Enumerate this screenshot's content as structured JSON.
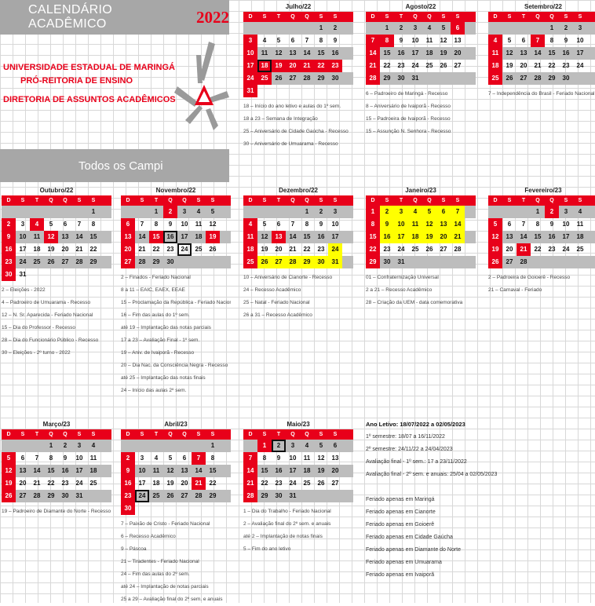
{
  "title": {
    "main": "CALENDÁRIO ACADÊMICO",
    "year": "2022"
  },
  "institution": {
    "line1": "UNIVERSIDADE ESTADUAL DE MARINGÁ",
    "line2": "PRÓ-REITORIA DE ENSINO",
    "line3": "DIRETORIA DE ASSUNTOS ACADÊMICOS"
  },
  "campi": "Todos os Campi",
  "weekdays": [
    "D",
    "S",
    "T",
    "Q",
    "Q",
    "S",
    "S"
  ],
  "months": [
    {
      "name": "Julho/22",
      "weeks": [
        [
          "",
          "",
          "",
          "",
          "",
          "1",
          "2"
        ],
        [
          "3",
          "4",
          "5",
          "6",
          "7",
          "8",
          "9"
        ],
        [
          "10",
          "11",
          "12",
          "13",
          "14",
          "15",
          "16"
        ],
        [
          "17",
          "18",
          "19",
          "20",
          "21",
          "22",
          "23"
        ],
        [
          "24",
          "25",
          "26",
          "27",
          "28",
          "29",
          "30"
        ],
        [
          "31",
          "",
          "",
          "",
          "",
          "",
          ""
        ]
      ],
      "red": [
        "3",
        "10",
        "17",
        "24",
        "31",
        "18",
        "19",
        "20",
        "21",
        "22",
        "23",
        "25"
      ],
      "yellow": [],
      "boxed": [
        "18"
      ],
      "notes": [
        "18 – Início do ano letivo e aulas do 1º sem.",
        "18 a 23 – Semana de Integração",
        "25 – Aniversário de Cidade Gaúcha - Recesso",
        "30 – Aniversário de Umuarama - Recesso"
      ]
    },
    {
      "name": "Agosto/22",
      "weeks": [
        [
          "",
          "1",
          "2",
          "3",
          "4",
          "5",
          "6"
        ],
        [
          "7",
          "8",
          "9",
          "10",
          "11",
          "12",
          "13"
        ],
        [
          "14",
          "15",
          "16",
          "17",
          "18",
          "19",
          "20"
        ],
        [
          "21",
          "22",
          "23",
          "24",
          "25",
          "26",
          "27"
        ],
        [
          "28",
          "29",
          "30",
          "31",
          "",
          "",
          ""
        ]
      ],
      "red": [
        "7",
        "14",
        "21",
        "28",
        "6",
        "8"
      ],
      "yellow": [],
      "boxed": [],
      "notes": [
        "6 – Padroeiro de Maringá - Recesso",
        "8 – Aniversário de Ivaiporã - Recesso",
        "15 – Padroeira de Ivaiporã - Recesso",
        "15 – Assunção N. Senhora - Recesso"
      ]
    },
    {
      "name": "Setembro/22",
      "weeks": [
        [
          "",
          "",
          "",
          "",
          "1",
          "2",
          "3"
        ],
        [
          "4",
          "5",
          "6",
          "7",
          "8",
          "9",
          "10"
        ],
        [
          "11",
          "12",
          "13",
          "14",
          "15",
          "16",
          "17"
        ],
        [
          "18",
          "19",
          "20",
          "21",
          "22",
          "23",
          "24"
        ],
        [
          "25",
          "26",
          "27",
          "28",
          "29",
          "30",
          ""
        ]
      ],
      "red": [
        "4",
        "11",
        "18",
        "25",
        "7"
      ],
      "yellow": [],
      "boxed": [],
      "notes": [
        "7 – Independência do Brasil - Feriado Nacional"
      ]
    },
    {
      "name": "Outubro/22",
      "weeks": [
        [
          "",
          "",
          "",
          "",
          "",
          "",
          "1"
        ],
        [
          "2",
          "3",
          "4",
          "5",
          "6",
          "7",
          "8"
        ],
        [
          "9",
          "10",
          "11",
          "12",
          "13",
          "14",
          "15"
        ],
        [
          "16",
          "17",
          "18",
          "19",
          "20",
          "21",
          "22"
        ],
        [
          "23",
          "24",
          "25",
          "26",
          "27",
          "28",
          "29"
        ],
        [
          "30",
          "31",
          "",
          "",
          "",
          "",
          ""
        ]
      ],
      "red": [
        "2",
        "9",
        "16",
        "23",
        "30",
        "4",
        "12"
      ],
      "yellow": [],
      "boxed": [],
      "notes": [
        "2 – Eleições - 2022",
        "4 – Padroeiro de Umuarama - Recesso",
        "12 – N. Sr. Aparecida - Feriado Nacional",
        "15 – Dia do Professor - Recesso",
        "28 – Dia do Funcionário Público - Recesso",
        "30 – Eleições - 2º turno - 2022"
      ]
    },
    {
      "name": "Novembro/22",
      "weeks": [
        [
          "",
          "",
          "1",
          "2",
          "3",
          "4",
          "5"
        ],
        [
          "6",
          "7",
          "8",
          "9",
          "10",
          "11",
          "12"
        ],
        [
          "13",
          "14",
          "15",
          "16",
          "17",
          "18",
          "19"
        ],
        [
          "20",
          "21",
          "22",
          "23",
          "24",
          "25",
          "26"
        ],
        [
          "27",
          "28",
          "29",
          "30",
          "",
          "",
          ""
        ]
      ],
      "red": [
        "6",
        "13",
        "20",
        "27",
        "2",
        "15",
        "19"
      ],
      "yellow": [],
      "boxed": [
        "16",
        "24"
      ],
      "notes": [
        "2 – Finados - Feriado Nacional",
        "8 a 11 – EAIC, EAEX, EEAE",
        "15 – Proclamação da República - Feriado Nacional",
        "16 – Fim das aulas do 1º sem.",
        "até 19 – Implantação das notas parciais",
        "17 a 23 – Avaliação Final - 1º sem.",
        "19 – Aniv. de Ivaiporã - Recesso",
        "20 – Dia Nac. da Consciência Negra - Recesso",
        "até 25 – Implantação das notas finais",
        "24 – Início das aulas 2º sem."
      ]
    },
    {
      "name": "Dezembro/22",
      "weeks": [
        [
          "",
          "",
          "",
          "",
          "1",
          "2",
          "3"
        ],
        [
          "4",
          "5",
          "6",
          "7",
          "8",
          "9",
          "10"
        ],
        [
          "11",
          "12",
          "13",
          "14",
          "15",
          "16",
          "17"
        ],
        [
          "18",
          "19",
          "20",
          "21",
          "22",
          "23",
          "24"
        ],
        [
          "25",
          "26",
          "27",
          "28",
          "29",
          "30",
          "31"
        ]
      ],
      "red": [
        "4",
        "11",
        "18",
        "25",
        "13",
        "24"
      ],
      "yellow": [
        "24",
        "26",
        "27",
        "28",
        "29",
        "30",
        "31"
      ],
      "boxed": [],
      "notes": [
        "10 – Aniversário de Cianorte - Recesso",
        "24 – Recesso Acadêmico",
        "25 – Natal - Feriado Nacional",
        "26 a 31 – Recesso Acadêmico"
      ]
    },
    {
      "name": "Janeiro/23",
      "weeks": [
        [
          "1",
          "2",
          "3",
          "4",
          "5",
          "6",
          "7"
        ],
        [
          "8",
          "9",
          "10",
          "11",
          "12",
          "13",
          "14"
        ],
        [
          "15",
          "16",
          "17",
          "18",
          "19",
          "20",
          "21"
        ],
        [
          "22",
          "23",
          "24",
          "25",
          "26",
          "27",
          "28"
        ],
        [
          "29",
          "30",
          "31",
          "",
          "",
          "",
          ""
        ]
      ],
      "red": [
        "1",
        "8",
        "15",
        "22",
        "29"
      ],
      "yellow": [
        "2",
        "3",
        "4",
        "5",
        "6",
        "7",
        "9",
        "10",
        "11",
        "12",
        "13",
        "14",
        "16",
        "17",
        "18",
        "19",
        "20",
        "21"
      ],
      "boxed": [],
      "notes": [
        "01 – Confraternização Universal",
        "2 a 21 – Recesso Acadêmico",
        "28 – Criação da UEM - data comemorativa"
      ]
    },
    {
      "name": "Fevereiro/23",
      "weeks": [
        [
          "",
          "",
          "",
          "1",
          "2",
          "3",
          "4"
        ],
        [
          "5",
          "6",
          "7",
          "8",
          "9",
          "10",
          "11"
        ],
        [
          "12",
          "13",
          "14",
          "15",
          "16",
          "17",
          "18"
        ],
        [
          "19",
          "20",
          "21",
          "22",
          "23",
          "24",
          "25"
        ],
        [
          "26",
          "27",
          "28",
          "",
          "",
          "",
          ""
        ]
      ],
      "red": [
        "5",
        "12",
        "19",
        "26",
        "2",
        "21"
      ],
      "yellow": [],
      "boxed": [],
      "notes": [
        "2 – Padroeira de Goioerê - Recesso",
        "21 – Carnaval - Feriado"
      ]
    },
    {
      "name": "Março/23",
      "weeks": [
        [
          "",
          "",
          "",
          "1",
          "2",
          "3",
          "4"
        ],
        [
          "5",
          "6",
          "7",
          "8",
          "9",
          "10",
          "11"
        ],
        [
          "12",
          "13",
          "14",
          "15",
          "16",
          "17",
          "18"
        ],
        [
          "19",
          "20",
          "21",
          "22",
          "23",
          "24",
          "25"
        ],
        [
          "26",
          "27",
          "28",
          "29",
          "30",
          "31",
          ""
        ]
      ],
      "red": [
        "5",
        "12",
        "19",
        "26"
      ],
      "yellow": [],
      "boxed": [],
      "notes": [
        "19 – Padroeiro de Diamante do Norte - Recesso"
      ]
    },
    {
      "name": "Abril/23",
      "weeks": [
        [
          "",
          "",
          "",
          "",
          "",
          "",
          "1"
        ],
        [
          "2",
          "3",
          "4",
          "5",
          "6",
          "7",
          "8"
        ],
        [
          "9",
          "10",
          "11",
          "12",
          "13",
          "14",
          "15"
        ],
        [
          "16",
          "17",
          "18",
          "19",
          "20",
          "21",
          "22"
        ],
        [
          "23",
          "24",
          "25",
          "26",
          "27",
          "28",
          "29"
        ],
        [
          "30",
          "",
          "",
          "",
          "",
          "",
          ""
        ]
      ],
      "red": [
        "2",
        "9",
        "16",
        "23",
        "30",
        "7",
        "21"
      ],
      "yellow": [],
      "boxed": [
        "24"
      ],
      "notes": [
        "7 – Paixão de Cristo - Feriado Nacional",
        "6 – Recesso Acadêmico",
        "9 – Páscoa",
        "21 – Tiradentes - Feriado Nacional",
        "24 – Fim das aulas do 2º sem.",
        "até 24 – Implantação de notas parciais",
        "25 a 29 – Avaliação final do 2º sem. e anuais"
      ]
    },
    {
      "name": "Maio/23",
      "weeks": [
        [
          "",
          "1",
          "2",
          "3",
          "4",
          "5",
          "6"
        ],
        [
          "7",
          "8",
          "9",
          "10",
          "11",
          "12",
          "13"
        ],
        [
          "14",
          "15",
          "16",
          "17",
          "18",
          "19",
          "20"
        ],
        [
          "21",
          "22",
          "23",
          "24",
          "25",
          "26",
          "27"
        ],
        [
          "28",
          "29",
          "30",
          "31",
          "",
          "",
          ""
        ]
      ],
      "red": [
        "7",
        "14",
        "21",
        "28",
        "1"
      ],
      "yellow": [],
      "boxed": [
        "2"
      ],
      "notes": [
        "1 – Dia do Trabalho - Feriado Nacional",
        "2 – Avaliação final do 2º sem. e anuais",
        "até 2 – Implantação de notas finais",
        "5 – Fim do ano letivo"
      ]
    }
  ],
  "summary": [
    "Ano Letivo: 18/07/2022 a 02/05/2023",
    "1º semestre: 18/07 a 16/11/2022",
    "2º semestre: 24/11/22 a 24/04/2023",
    "Avaliação final - 1º sem.: 17 a 23/11/2022",
    "Avaliação final - 2º sem. e anuais: 25/04 a 02/05/2023",
    "",
    "Feriado apenas em Maringá",
    "Feriado apenas em Cianorte",
    "Feriado apenas em Goioerê",
    "Feriado apenas em Cidade Gaúcha",
    "Feriado apenas em Diamante do Norte",
    "Feriado apenas em Umuarama",
    "Feriado apenas em Ivaiporã"
  ]
}
